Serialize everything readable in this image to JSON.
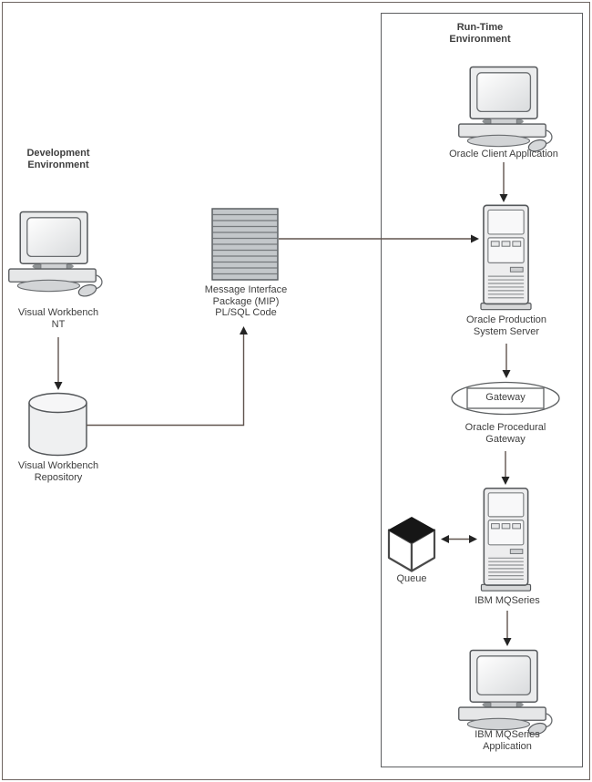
{
  "page": {
    "background": "#ffffff",
    "border_color": "#6e6561"
  },
  "regions": {
    "development": {
      "title": "Development\nEnvironment"
    },
    "runtime": {
      "title": "Run-Time\nEnvironment"
    }
  },
  "nodes": {
    "oracle_client": {
      "label": "Oracle Client Application",
      "icon": "workstation-icon"
    },
    "oracle_production_server": {
      "label": "Oracle Production\nSystem Server",
      "icon": "server-tower-icon"
    },
    "gateway": {
      "box_label": "Gateway",
      "label": "Oracle Procedural\nGateway",
      "icon": "gateway-ellipse"
    },
    "ibm_mqseries": {
      "label": "IBM MQSeries",
      "icon": "server-tower-icon"
    },
    "queue": {
      "label": "Queue",
      "icon": "cube-icon"
    },
    "ibm_mqseries_application": {
      "label": "IBM MQSeries\nApplication",
      "icon": "workstation-icon"
    },
    "visual_workbench_nt": {
      "label": "Visual Workbench\nNT",
      "icon": "workstation-icon"
    },
    "visual_workbench_repository": {
      "label": "Visual Workbench\nRepository",
      "icon": "database-cylinder-icon"
    },
    "mip": {
      "label": "Message Interface\nPackage (MIP)\nPL/SQL Code",
      "icon": "code-stack-icon"
    }
  },
  "edges": [
    {
      "from": "oracle_client",
      "to": "oracle_production_server",
      "direction": "down"
    },
    {
      "from": "visual_workbench_nt",
      "to": "visual_workbench_repository",
      "direction": "down"
    },
    {
      "from": "visual_workbench_repository",
      "to": "mip",
      "direction": "right-then-up"
    },
    {
      "from": "mip",
      "to": "oracle_production_server",
      "direction": "right"
    },
    {
      "from": "oracle_production_server",
      "to": "gateway",
      "direction": "down"
    },
    {
      "from": "gateway",
      "to": "ibm_mqseries",
      "direction": "down"
    },
    {
      "from": "queue",
      "to": "ibm_mqseries",
      "direction": "bidirectional"
    },
    {
      "from": "ibm_mqseries",
      "to": "ibm_mqseries_application",
      "direction": "down"
    }
  ],
  "colors": {
    "line": "#60544e",
    "arrowhead": "#242424",
    "icon_fill": "#ebeced",
    "icon_border": "#55585b",
    "mip_fill": "#c3c7ca",
    "mip_stripe": "#75797c",
    "cube_top": "#161616",
    "text": "#3e3e3e"
  }
}
